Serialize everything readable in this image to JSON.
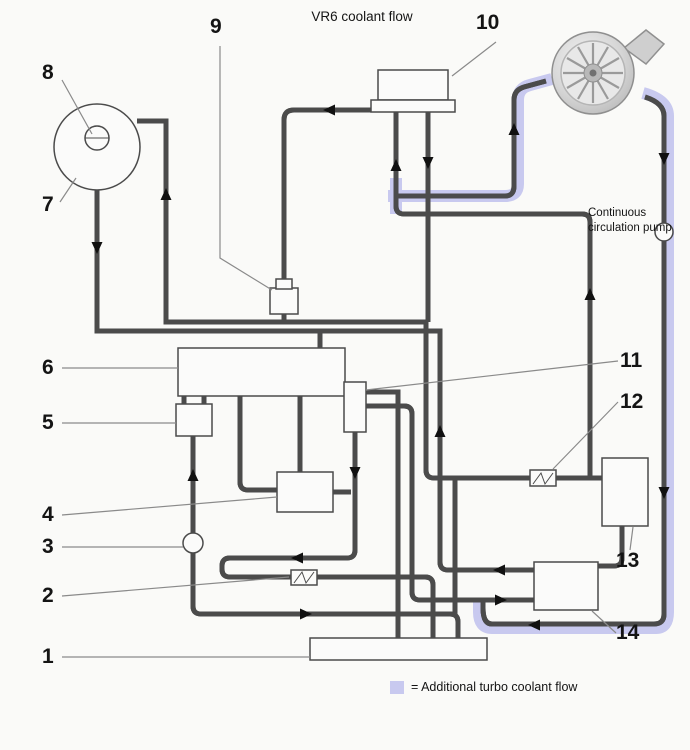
{
  "title": "VR6 coolant flow",
  "callouts": {
    "n1": "1",
    "n2": "2",
    "n3": "3",
    "n4": "4",
    "n5": "5",
    "n6": "6",
    "n7": "7",
    "n8": "8",
    "n9": "9",
    "n10": "10",
    "n11": "11",
    "n12": "12",
    "n13": "13",
    "n14": "14"
  },
  "annotations": {
    "continuous_pump": "Continuous circulation pump"
  },
  "legend": {
    "label": "= Additional turbo coolant flow",
    "swatch_color": "#c8c9ef"
  },
  "colors": {
    "pipe_line": "#4b4b4b",
    "turbo_highlight": "#c8c9ef",
    "background": "#fafaf8",
    "arrow": "#111111"
  }
}
